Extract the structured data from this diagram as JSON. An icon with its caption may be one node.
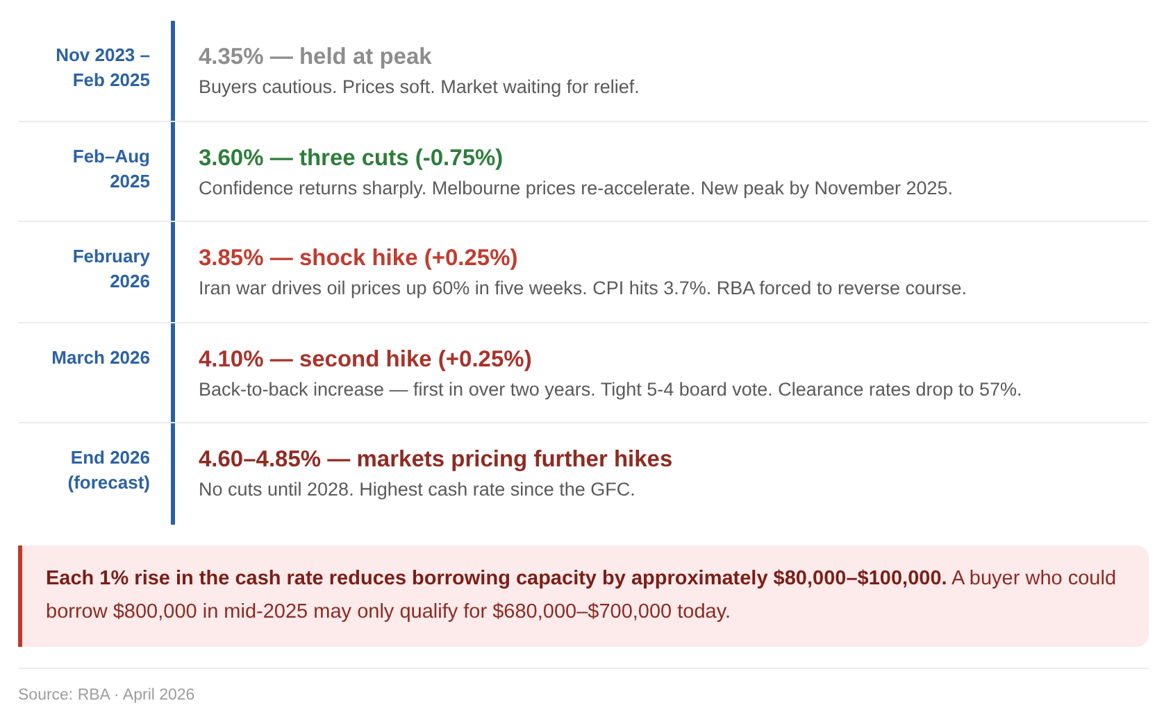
{
  "diagram": {
    "nodes": [
      {
        "text": [
          "Nov 2023 – Feb 2025",
          "4.35% — held at peak",
          "Buyers cautious. Prices soft. Market waiting for relief."
        ]
      },
      {
        "text": [
          "Feb–Aug 2025",
          "3.60% — three cuts (-0.75%)",
          "Confidence returns sharply. Melbourne prices re-accelerate. New peak by November 2025."
        ]
      },
      {
        "text": [
          "February 2026",
          "3.85% — shock hike (+0.25%)",
          "Iran war drives oil prices up 60% in five weeks. CPI hits 3.7%. RBA forced to reverse course."
        ]
      },
      {
        "text": [
          "March 2026",
          "4.10% — second hike (+0.25%)",
          "Back-to-back increase — first in over two years. Tight 5-4 board vote. Clearance rates drop to 57%."
        ]
      },
      {
        "text": [
          "End 2026 (forecast)",
          "4.60–4.85% — markets pricing further hikes",
          "No cuts until 2028. Highest cash rate since the GFC."
        ]
      },
      {
        "text": [
          "**Each 1% rise in the cash rate reduces borrowing capacity by approximately $80,000–$100,000.** A buyer who could borrow $800,000 in mid-2025 may only qualify for $680,000–$700,000 today."
        ]
      }
    ],
    "labels": [
      "Source: RBA · April 2026"
    ]
  }
}
